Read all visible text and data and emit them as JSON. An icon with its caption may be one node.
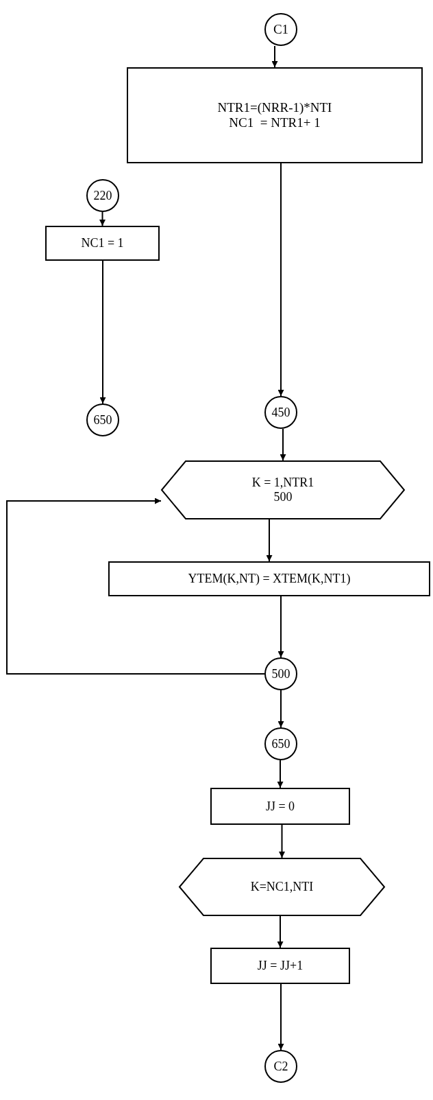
{
  "diagram": {
    "nodes": [
      {
        "text": [
          "C1"
        ]
      },
      {
        "text": [
          "NTR1=(NRR-1)*NTI",
          "NC1  = NTR1+ 1"
        ]
      },
      {
        "text": [
          "220"
        ]
      },
      {
        "text": [
          "NC1 = 1"
        ]
      },
      {
        "text": [
          "650"
        ]
      },
      {
        "text": [
          "450"
        ]
      },
      {
        "text": [
          "K = 1,NTR1",
          "500"
        ]
      },
      {
        "text": [
          "YTEM(K,NT) = XTEM(K,NT1)"
        ]
      },
      {
        "text": [
          "500"
        ]
      },
      {
        "text": [
          "650"
        ]
      },
      {
        "text": [
          "JJ = 0"
        ]
      },
      {
        "text": [
          "K=NC1,NTI"
        ]
      },
      {
        "text": [
          "JJ = JJ+1"
        ]
      },
      {
        "text": [
          "C2"
        ]
      }
    ],
    "edges": [
      {
        "from": 0,
        "to": 1,
        "arrow": "to"
      },
      {
        "from": 2,
        "to": 3,
        "arrow": "to"
      },
      {
        "from": 3,
        "to": 4,
        "arrow": "to"
      },
      {
        "from": 1,
        "to": 5,
        "arrow": "to"
      },
      {
        "from": 5,
        "to": 6,
        "arrow": "to"
      },
      {
        "from": 6,
        "to": 7,
        "arrow": "to"
      },
      {
        "from": 7,
        "to": 8,
        "arrow": "to"
      },
      {
        "from": 8,
        "to": 6,
        "arrow": "to"
      },
      {
        "from": 8,
        "to": 9,
        "arrow": "to"
      },
      {
        "from": 9,
        "to": 10,
        "arrow": "to"
      },
      {
        "from": 10,
        "to": 11,
        "arrow": "to"
      },
      {
        "from": 11,
        "to": 12,
        "arrow": "to"
      },
      {
        "from": 12,
        "to": 13,
        "arrow": "to"
      }
    ]
  }
}
